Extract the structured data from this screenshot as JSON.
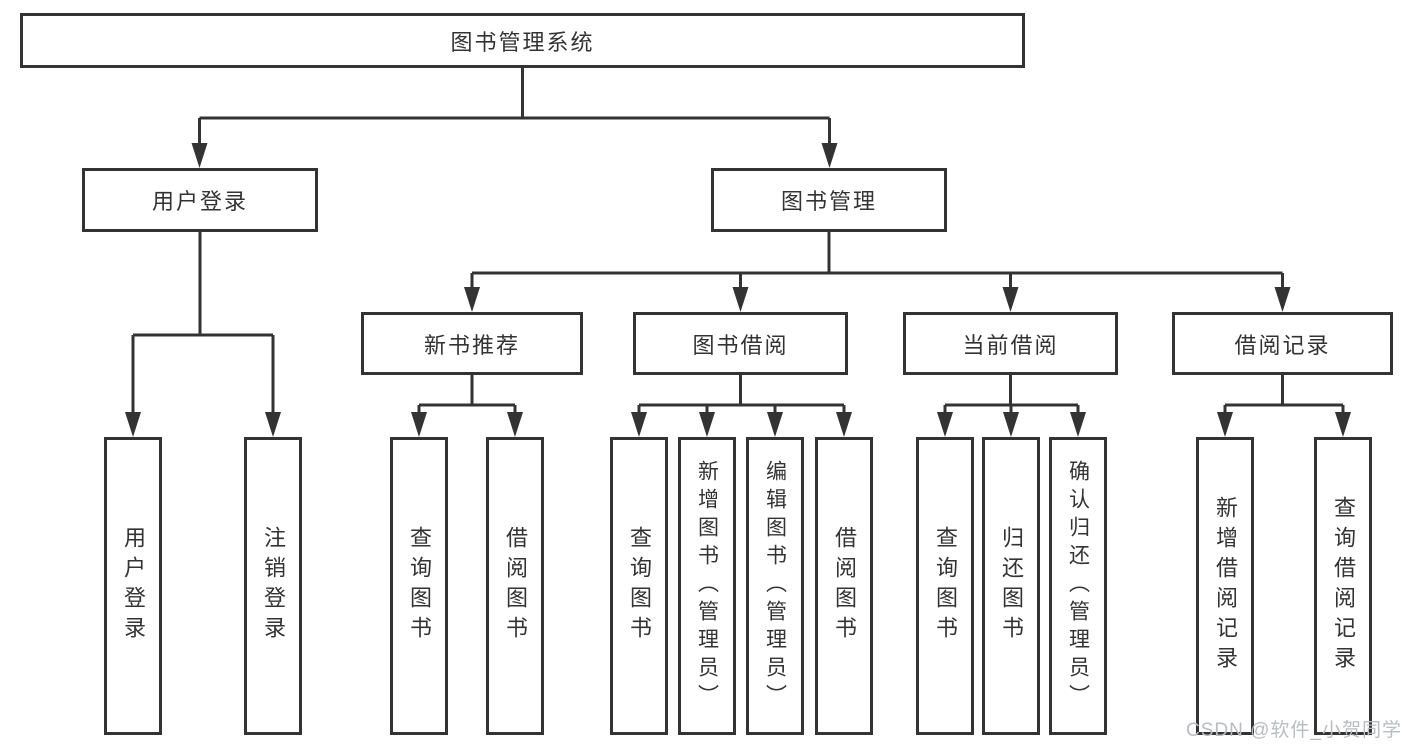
{
  "diagram": {
    "type": "hierarchy-tree",
    "title": "图书管理系统"
  },
  "nodes": {
    "root": {
      "label": "图书管理系统"
    },
    "user_login": {
      "label": "用户登录"
    },
    "book_mgmt": {
      "label": "图书管理"
    },
    "new_book_rec": {
      "label": "新书推荐"
    },
    "book_borrow": {
      "label": "图书借阅"
    },
    "current_borrow": {
      "label": "当前借阅"
    },
    "borrow_record": {
      "label": "借阅记录"
    },
    "leaf_user_login": {
      "label": "用户登录"
    },
    "leaf_logout": {
      "label": "注销登录"
    },
    "leaf_query_book_rec": {
      "label": "查询图书"
    },
    "leaf_borrow_book_rec": {
      "label": "借阅图书"
    },
    "leaf_query_book_borrow": {
      "label": "查询图书"
    },
    "leaf_add_book_admin": {
      "label": "新增图书（管理员）"
    },
    "leaf_edit_book_admin": {
      "label": "编辑图书（管理员）"
    },
    "leaf_borrow_book_borrow": {
      "label": "借阅图书"
    },
    "leaf_query_book_current": {
      "label": "查询图书"
    },
    "leaf_return_book": {
      "label": "归还图书"
    },
    "leaf_confirm_return_admin": {
      "label": "确认归还（管理员）"
    },
    "leaf_add_borrow_record": {
      "label": "新增借阅记录"
    },
    "leaf_query_borrow_record": {
      "label": "查询借阅记录"
    }
  },
  "edges": [
    [
      "root",
      "user_login"
    ],
    [
      "root",
      "book_mgmt"
    ],
    [
      "user_login",
      "leaf_user_login"
    ],
    [
      "user_login",
      "leaf_logout"
    ],
    [
      "book_mgmt",
      "new_book_rec"
    ],
    [
      "book_mgmt",
      "book_borrow"
    ],
    [
      "book_mgmt",
      "current_borrow"
    ],
    [
      "book_mgmt",
      "borrow_record"
    ],
    [
      "new_book_rec",
      "leaf_query_book_rec"
    ],
    [
      "new_book_rec",
      "leaf_borrow_book_rec"
    ],
    [
      "book_borrow",
      "leaf_query_book_borrow"
    ],
    [
      "book_borrow",
      "leaf_add_book_admin"
    ],
    [
      "book_borrow",
      "leaf_edit_book_admin"
    ],
    [
      "book_borrow",
      "leaf_borrow_book_borrow"
    ],
    [
      "current_borrow",
      "leaf_query_book_current"
    ],
    [
      "current_borrow",
      "leaf_return_book"
    ],
    [
      "current_borrow",
      "leaf_confirm_return_admin"
    ],
    [
      "borrow_record",
      "leaf_add_borrow_record"
    ],
    [
      "borrow_record",
      "leaf_query_borrow_record"
    ]
  ],
  "watermark": {
    "text": "CSDN @软件_小贺同学",
    "color": "#b9bcc0"
  },
  "colors": {
    "background": "#ffffff",
    "line": "#333333",
    "box_border": "#333333",
    "text": "#333333"
  }
}
